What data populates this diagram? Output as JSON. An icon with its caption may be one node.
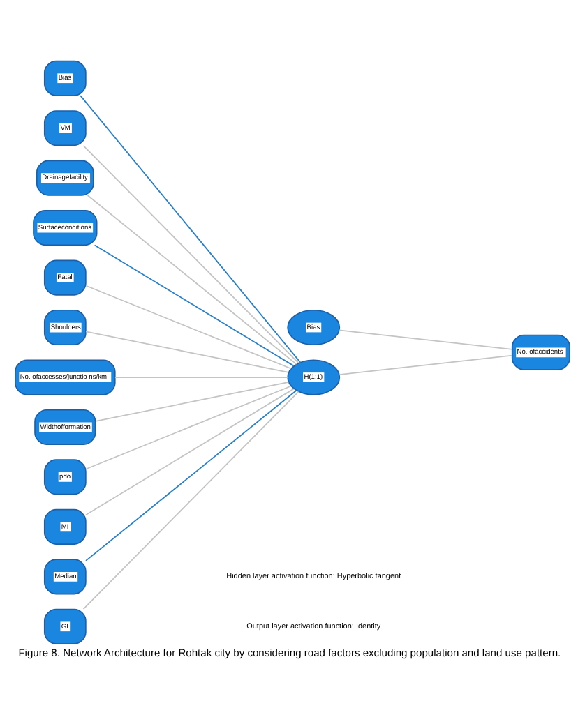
{
  "diagram": {
    "caption": "Figure 8. Network Architecture for Rohtak city by considering road factors excluding population and land use pattern.",
    "nodes": [
      {
        "text": [
          "Bias"
        ]
      },
      {
        "text": [
          "VM"
        ]
      },
      {
        "text": [
          "Drainagefacility"
        ]
      },
      {
        "text": [
          "Surfaceconditions"
        ]
      },
      {
        "text": [
          "Fatal"
        ]
      },
      {
        "text": [
          "Shoulders"
        ]
      },
      {
        "text": [
          "No. ofaccesses/junctio ns/km"
        ]
      },
      {
        "text": [
          "Widthofformation"
        ]
      },
      {
        "text": [
          "pdo"
        ]
      },
      {
        "text": [
          "MI"
        ]
      },
      {
        "text": [
          "Median"
        ]
      },
      {
        "text": [
          "GI"
        ]
      },
      {
        "text": [
          "Bias"
        ]
      },
      {
        "text": [
          "H(1:1)"
        ]
      },
      {
        "text": [
          "No. ofaccidents"
        ]
      }
    ],
    "edges": [
      {
        "from": 0,
        "to": 13,
        "arrow": "none",
        "color": "#2a7fc9"
      },
      {
        "from": 1,
        "to": 13,
        "arrow": "none"
      },
      {
        "from": 2,
        "to": 13,
        "arrow": "none"
      },
      {
        "from": 3,
        "to": 13,
        "arrow": "none",
        "color": "#2a7fc9"
      },
      {
        "from": 4,
        "to": 13,
        "arrow": "none"
      },
      {
        "from": 5,
        "to": 13,
        "arrow": "none"
      },
      {
        "from": 6,
        "to": 13,
        "arrow": "none"
      },
      {
        "from": 7,
        "to": 13,
        "arrow": "none"
      },
      {
        "from": 8,
        "to": 13,
        "arrow": "none"
      },
      {
        "from": 9,
        "to": 13,
        "arrow": "none"
      },
      {
        "from": 10,
        "to": 13,
        "arrow": "none",
        "color": "#2a7fc9"
      },
      {
        "from": 11,
        "to": 13,
        "arrow": "none"
      },
      {
        "from": 12,
        "to": 14,
        "arrow": "none"
      },
      {
        "from": 13,
        "to": 14,
        "arrow": "none"
      }
    ],
    "labels": [
      "Hidden layer activation function: Hyperbolic tangent",
      "Output layer activation function: Identity"
    ]
  }
}
